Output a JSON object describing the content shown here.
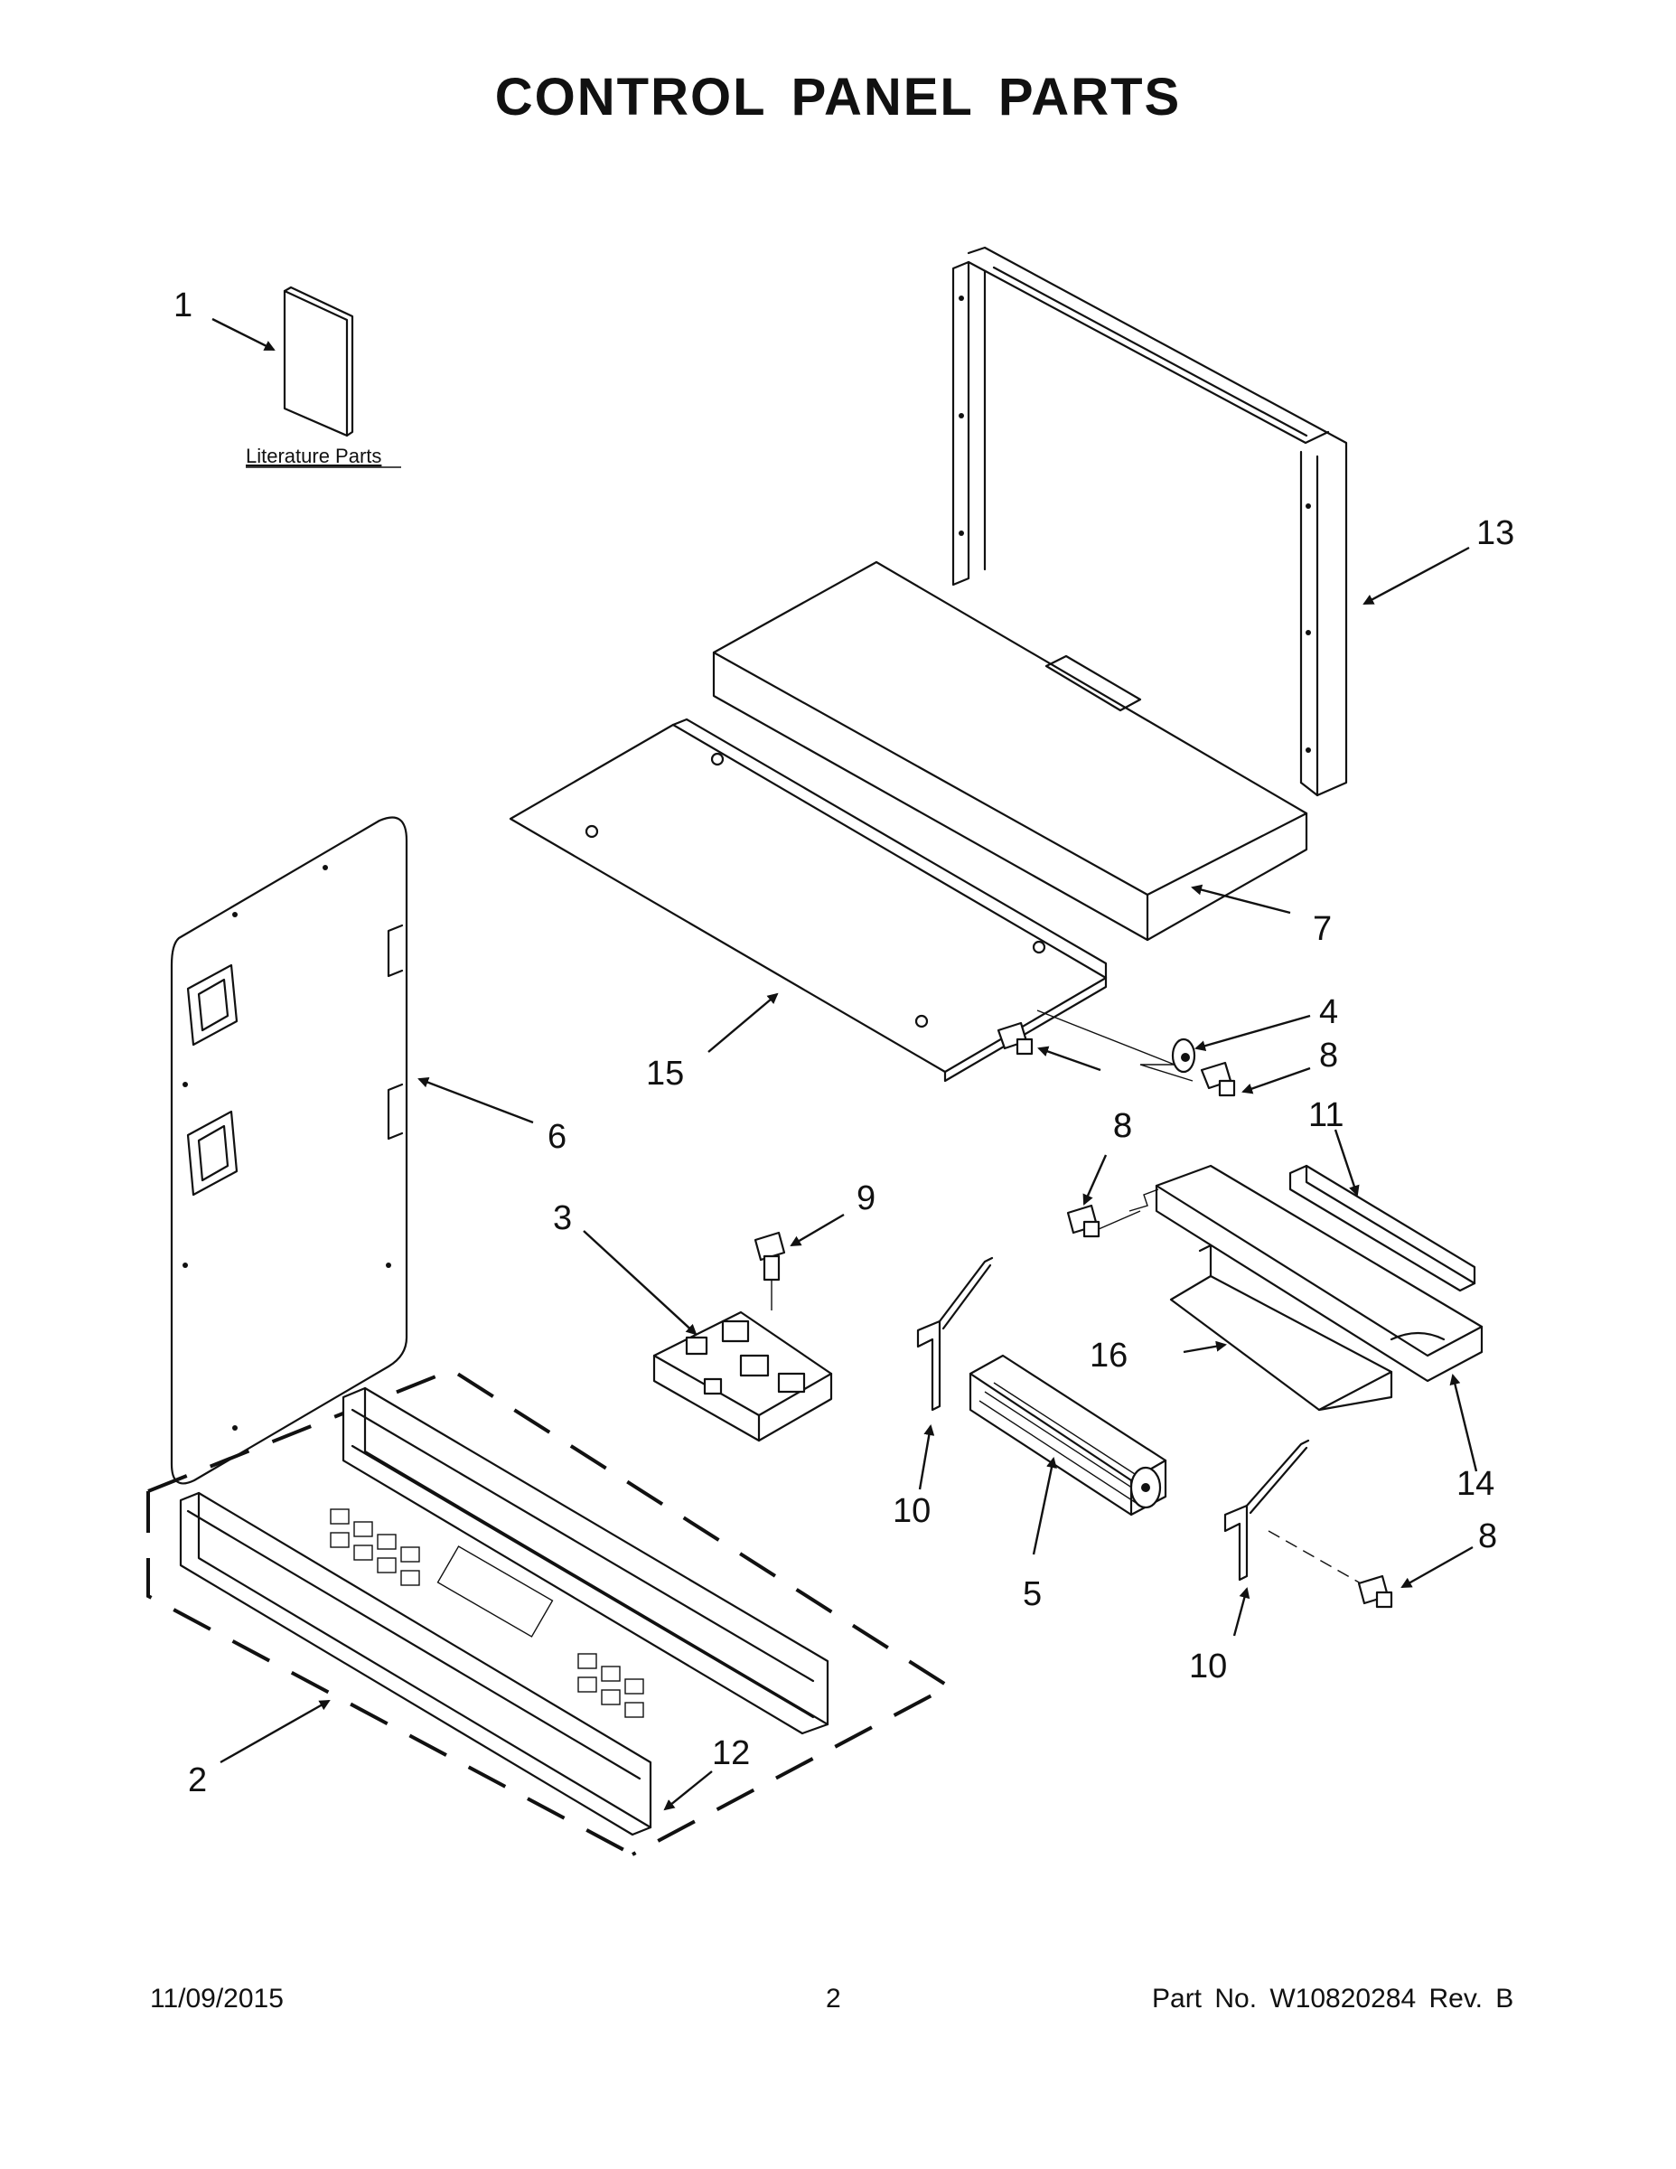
{
  "title": "CONTROL PANEL PARTS",
  "literature_label": "Literature Parts",
  "callouts": {
    "c1": "1",
    "c2": "2",
    "c3": "3",
    "c4": "4",
    "c5": "5",
    "c6": "6",
    "c7": "7",
    "c8a": "8",
    "c8b": "8",
    "c8c": "8",
    "c8d": "8",
    "c9": "9",
    "c10a": "10",
    "c10b": "10",
    "c11": "11",
    "c12": "12",
    "c13": "13",
    "c14": "14",
    "c15": "15",
    "c16": "16"
  },
  "footer": {
    "date": "11/09/2015",
    "page": "2",
    "part_no": "Part No.  W10820284  Rev.  B"
  }
}
